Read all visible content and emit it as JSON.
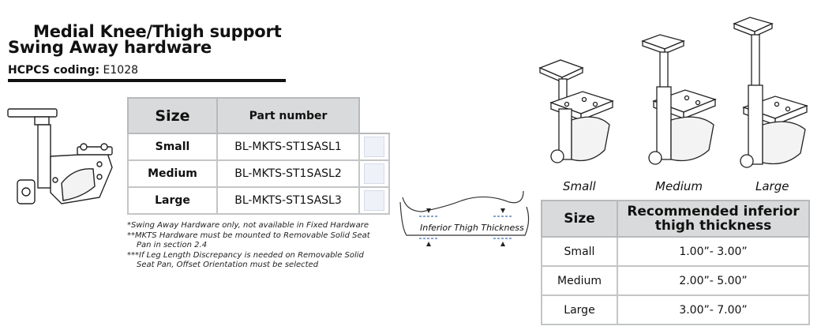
{
  "header": {
    "title_line1": "Medial Knee/Thigh support",
    "title_line2": "Swing Away hardware",
    "hcpcs_label": "HCPCS coding:",
    "hcpcs_code": "E1028"
  },
  "part_table": {
    "headers": [
      "Size",
      "Part number"
    ],
    "rows": [
      {
        "size": "Small",
        "part": "BL-MKTS-ST1SASL1"
      },
      {
        "size": "Medium",
        "part": "BL-MKTS-ST1SASL2"
      },
      {
        "size": "Large",
        "part": "BL-MKTS-ST1SASL3"
      }
    ]
  },
  "notes": [
    "*Swing Away Hardware only, not available in Fixed Hardware",
    "**MKTS Hardware must be mounted to Removable Solid Seat",
    "Pan in section 2.4",
    "***If Leg Length Discrepancy is needed on Removable Solid",
    "Seat Pan, Offset Orientation must be selected"
  ],
  "diagram": {
    "label": "Inferior Thigh Thickness"
  },
  "captions": [
    "Small",
    "Medium",
    "Large"
  ],
  "thickness_table": {
    "header_size": "Size",
    "header_rec_line1": "Recommended inferior",
    "header_rec_line2": "thigh thickness",
    "rows": [
      {
        "size": "Small",
        "range": "1.00”- 3.00”"
      },
      {
        "size": "Medium",
        "range": "2.00”- 5.00”"
      },
      {
        "size": "Large",
        "range": "3.00”- 7.00”"
      }
    ]
  }
}
